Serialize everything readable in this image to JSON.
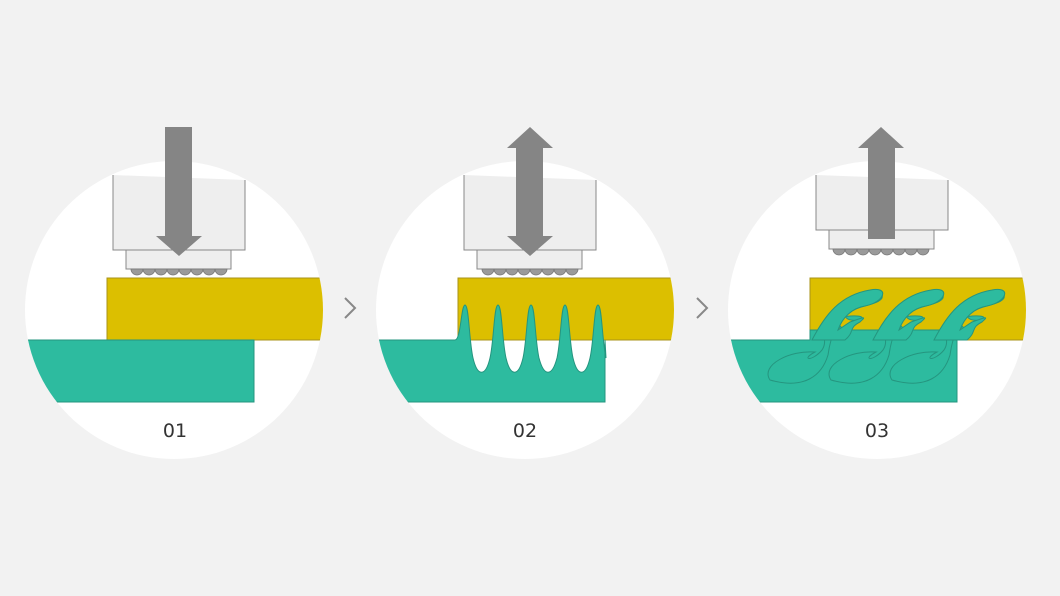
{
  "steps": [
    {
      "label": "01",
      "arrow": "down-arrow"
    },
    {
      "label": "02",
      "arrow": "up-down-arrow"
    },
    {
      "label": "03",
      "arrow": "up-arrow"
    }
  ],
  "colors": {
    "background": "#f2f2f2",
    "circle": "#ffffff",
    "top_material": "#dcbf00",
    "bottom_material": "#2dbb9f",
    "arrow": "#858585",
    "tool": "#eeeeee"
  },
  "separators": [
    "chevron-right-icon",
    "chevron-right-icon"
  ]
}
